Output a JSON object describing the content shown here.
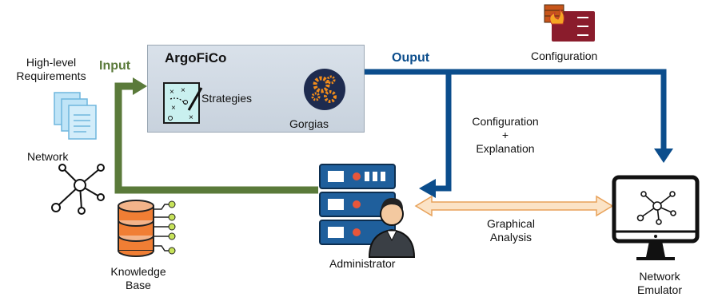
{
  "title": "ArgoFiCo",
  "input_label": "Input",
  "output_label": "Ouput",
  "requirements_label": [
    "High-level",
    "Requirements"
  ],
  "network_label": "Network",
  "strategies_label": "Strategies",
  "gorgias_label": "Gorgias",
  "configuration_top_label": "Configuration",
  "config_explanation_label": [
    "Configuration",
    "+",
    "Explanation"
  ],
  "knowledge_base_label": [
    "Knowledge",
    "Base"
  ],
  "administrator_label": "Administrator",
  "graphical_analysis_label": [
    "Graphical",
    "Analysis"
  ],
  "network_emulator_label": [
    "Network",
    "Emulator"
  ],
  "colors": {
    "input_green": "#5a7a3a",
    "output_blue": "#0b4d8c",
    "analysis_orange": "#f0b673",
    "box_bg": "#cfd8e2",
    "server_blue": "#1f5f9c"
  },
  "icons": [
    "document-stack-icon",
    "network-icon",
    "strategies-icon",
    "gears-icon",
    "firewall-config-icon",
    "database-icon",
    "server-admin-icon",
    "monitor-network-icon"
  ]
}
